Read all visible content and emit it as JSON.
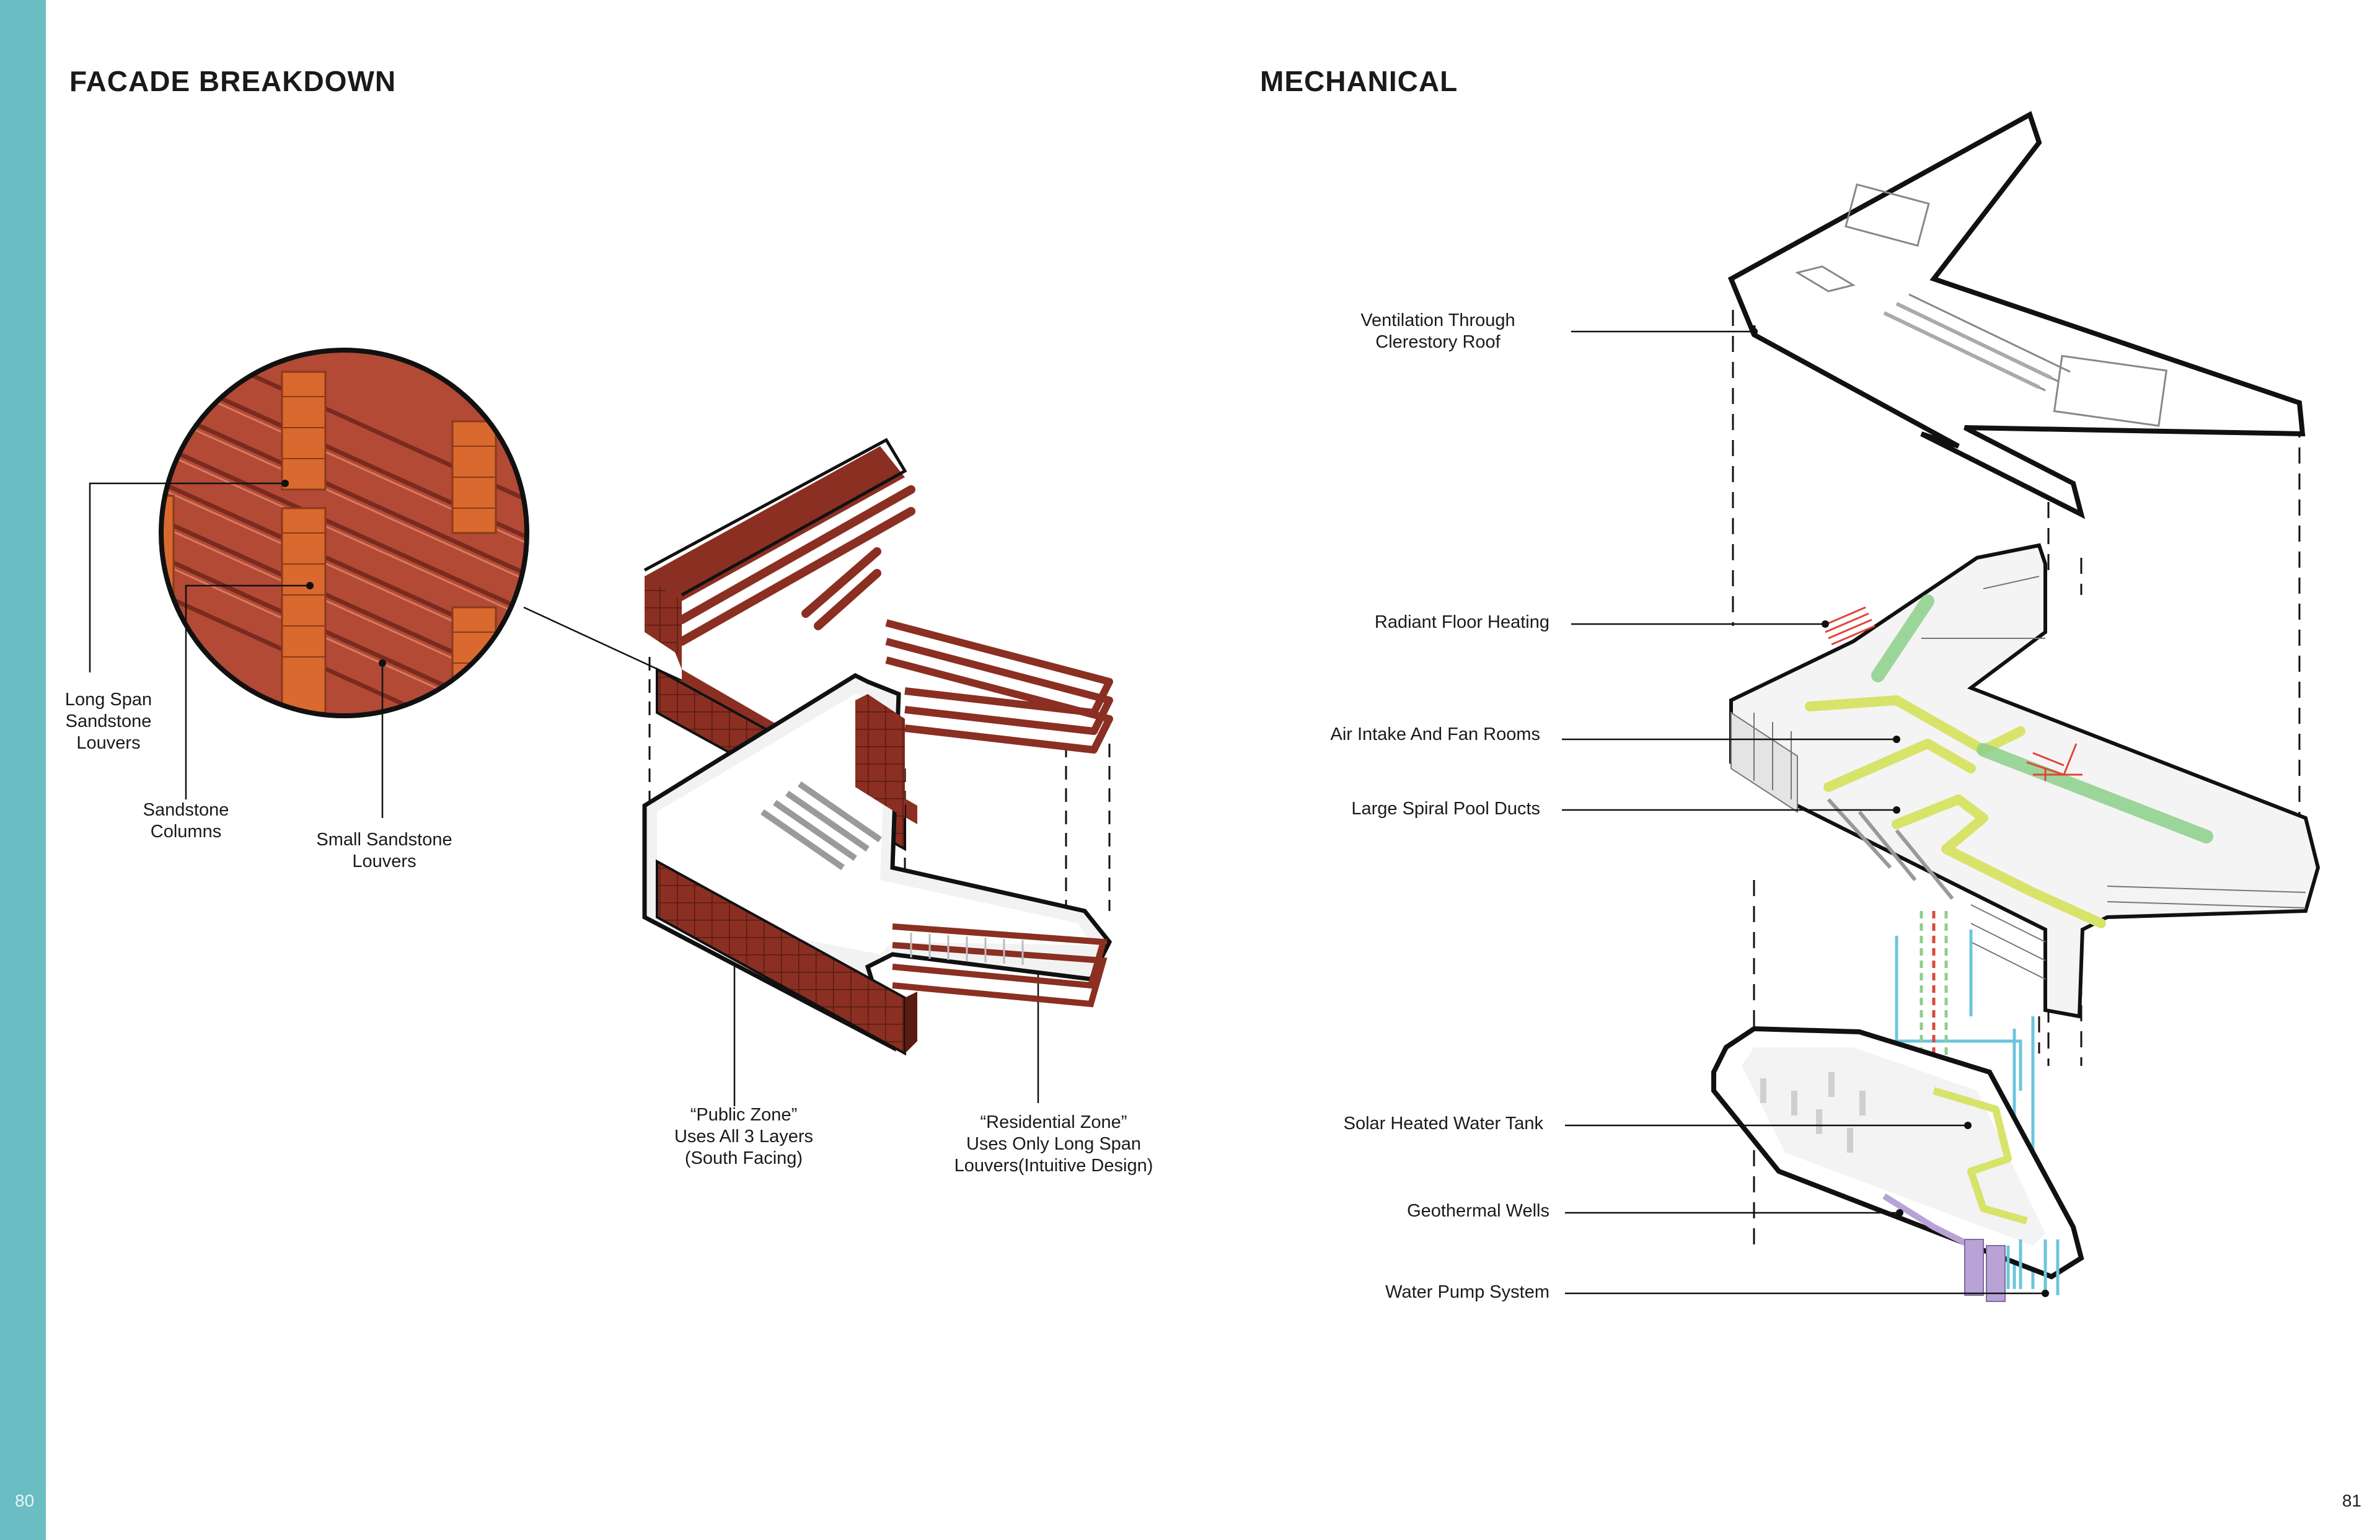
{
  "left_page": {
    "page_number": "80",
    "title": "FACADE BREAKDOWN",
    "callouts": {
      "long_span": "Long Span\nSandstone\nLouvers",
      "columns": "Sandstone\nColumns",
      "small_louvers": "Small Sandstone\nLouvers",
      "public_zone": "“Public Zone”\nUses All 3 Layers\n(South Facing)",
      "residential_zone": "“Residential Zone”\nUses Only Long Span\nLouvers(Intuitive Design)"
    }
  },
  "right_page": {
    "page_number": "81",
    "title": "MECHANICAL",
    "callouts": {
      "ventilation": "Ventilation Through\nClerestory Roof",
      "radiant": "Radiant Floor Heating",
      "air_intake": "Air Intake And Fan Rooms",
      "spiral_ducts": "Large Spiral Pool Ducts",
      "solar_tank": "Solar Heated Water Tank",
      "geothermal": "Geothermal Wells",
      "pump": "Water Pump System"
    }
  },
  "colors": {
    "sidebar": "#6bbdc4",
    "sandstone_dark": "#8a2f22",
    "sandstone_mid": "#b24a36",
    "column_orange": "#d9692e",
    "duct_yellow": "#d8e36a",
    "duct_green": "#8ccf8a",
    "radiant_red": "#e0453a",
    "water_blue": "#6cc5dd",
    "geothermal_purple": "#b9a3d6"
  }
}
